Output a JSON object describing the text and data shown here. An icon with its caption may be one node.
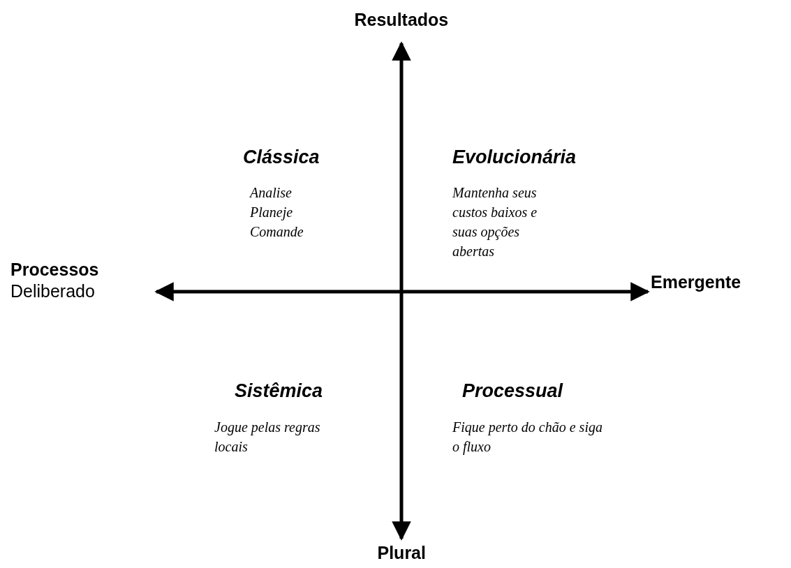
{
  "diagram": {
    "labels": [
      "Resultados",
      "Clássica",
      "Analise Planeje Comande",
      "Evolucionária",
      "Mantenha seus custos baixos e suas opções abertas",
      "Processos",
      "Deliberado",
      "Emergente",
      "Sistêmica",
      "Jogue pelas regras locais",
      "Processual",
      "Fique perto do chão e siga o fluxo",
      "Plural"
    ]
  }
}
